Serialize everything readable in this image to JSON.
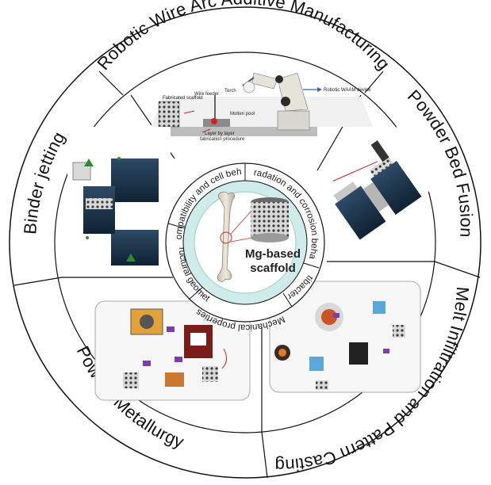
{
  "outer_ring": {
    "sections": [
      {
        "label": "Robotic Wire Arc Additive Manufacturing"
      },
      {
        "label": "Powder Bed Fusion"
      },
      {
        "label": "Melt Infiltration and Pattern Casting"
      },
      {
        "label": "Powder Metallurgy"
      },
      {
        "label": "Binder jetting"
      }
    ]
  },
  "inner_ring": {
    "sections": [
      {
        "label": "Biocompatibility and cell behavior"
      },
      {
        "label": "Degradation and corrosion behavior"
      },
      {
        "label": "Antibacterial"
      },
      {
        "label": "Mechanical properties"
      },
      {
        "label": "Structural geometry"
      }
    ]
  },
  "center": {
    "title_line1": "Mg-based",
    "title_line2": "scaffold"
  },
  "waam": {
    "fabricated_scaffold": "Fabricated scaffold",
    "wire_feeder": "Wire feeder",
    "torch": "Torch",
    "molten_pool": "Molten pool",
    "layer_line1": "Layer by layer",
    "layer_line2": "fabrication procedure",
    "device": "Robotic WAAM device"
  },
  "colors": {
    "ring_stroke": "#111111",
    "inner_fill": "#cfeceb",
    "accent_red": "#d42020",
    "accent_blue": "#3a5fb0"
  }
}
